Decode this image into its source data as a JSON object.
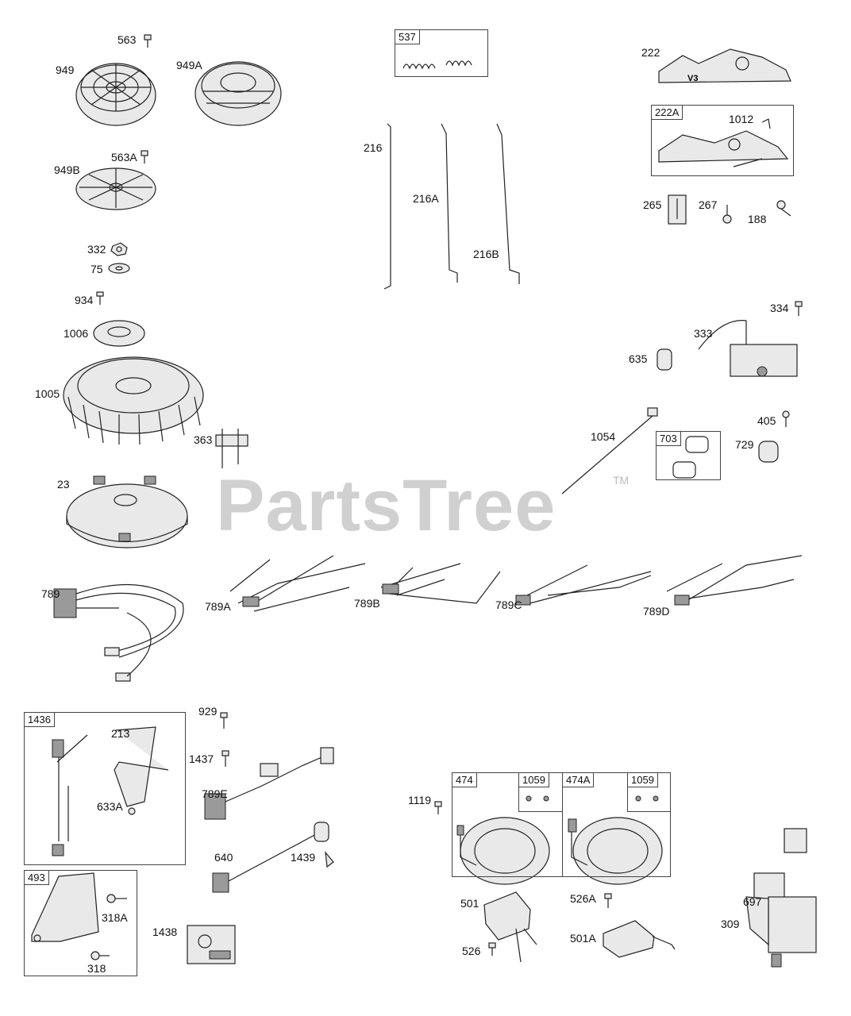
{
  "watermark": {
    "text": "PartsTree",
    "trademark": "TM"
  },
  "boxes": {
    "b537": "537",
    "b222A": "222A",
    "b703": "703",
    "b1436": "1436",
    "b493": "493",
    "b474": "474",
    "b1059a": "1059",
    "b474A": "474A",
    "b1059b": "1059"
  },
  "labels": {
    "p563": "563",
    "p949": "949",
    "p949A": "949A",
    "p563A": "563A",
    "p949B": "949B",
    "p332": "332",
    "p75": "75",
    "p934": "934",
    "p1006": "1006",
    "p1005": "1005",
    "p363": "363",
    "p23": "23",
    "p789": "789",
    "p789A": "789A",
    "p789B": "789B",
    "p789C": "789C",
    "p789D": "789D",
    "p216": "216",
    "p216A": "216A",
    "p216B": "216B",
    "p222": "222",
    "p1012": "1012",
    "p265": "265",
    "p267": "267",
    "p188": "188",
    "p334": "334",
    "p333": "333",
    "p635": "635",
    "p1054": "1054",
    "p405": "405",
    "p729": "729",
    "p213": "213",
    "p633A": "633A",
    "p318A": "318A",
    "p318": "318",
    "p929": "929",
    "p1437": "1437",
    "p789E": "789E",
    "p640": "640",
    "p1439": "1439",
    "p1438": "1438",
    "p1119": "1119",
    "p501": "501",
    "p526A": "526A",
    "p501A": "501A",
    "p526": "526",
    "p697": "697",
    "p309": "309"
  }
}
